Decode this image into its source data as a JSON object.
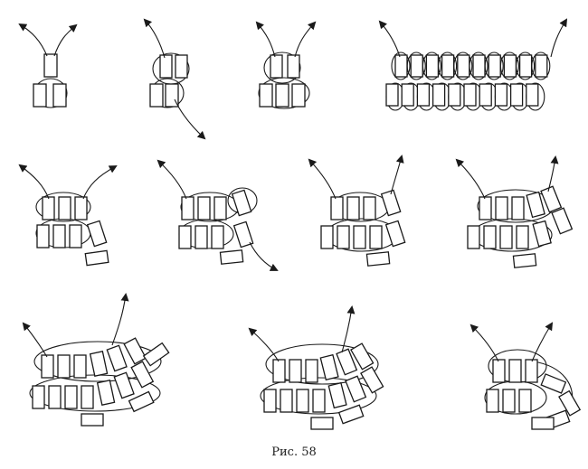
{
  "figure": {
    "caption": "Рис. 58",
    "colors": {
      "ink": "#1a1a1a",
      "paper": "#ffffff"
    },
    "steps": [
      {
        "step": 1,
        "top_beads": 1,
        "bottom_beads": 2,
        "side_beads": 0
      },
      {
        "step": 2,
        "top_beads": 2,
        "bottom_beads": 2,
        "side_beads": 0
      },
      {
        "step": 3,
        "top_beads": 2,
        "bottom_beads": 3,
        "side_beads": 0
      },
      {
        "step": 4,
        "top_beads": 10,
        "bottom_beads": 10,
        "side_beads": 0
      },
      {
        "step": 5,
        "top_beads": 3,
        "bottom_beads": 3,
        "side_beads": 2
      },
      {
        "step": 6,
        "top_beads": 4,
        "bottom_beads": 3,
        "side_beads": 2
      },
      {
        "step": 7,
        "top_beads": 4,
        "bottom_beads": 4,
        "side_beads": 2
      },
      {
        "step": 8,
        "top_beads": 5,
        "bottom_beads": 5,
        "side_beads": 3
      },
      {
        "step": 9,
        "top_beads": 6,
        "bottom_beads": 6,
        "side_beads": 4
      },
      {
        "step": 10,
        "top_beads": 6,
        "bottom_beads": 6,
        "side_beads": 4
      },
      {
        "step": 11,
        "top_beads": 3,
        "bottom_beads": 3,
        "side_beads": 4
      }
    ]
  }
}
